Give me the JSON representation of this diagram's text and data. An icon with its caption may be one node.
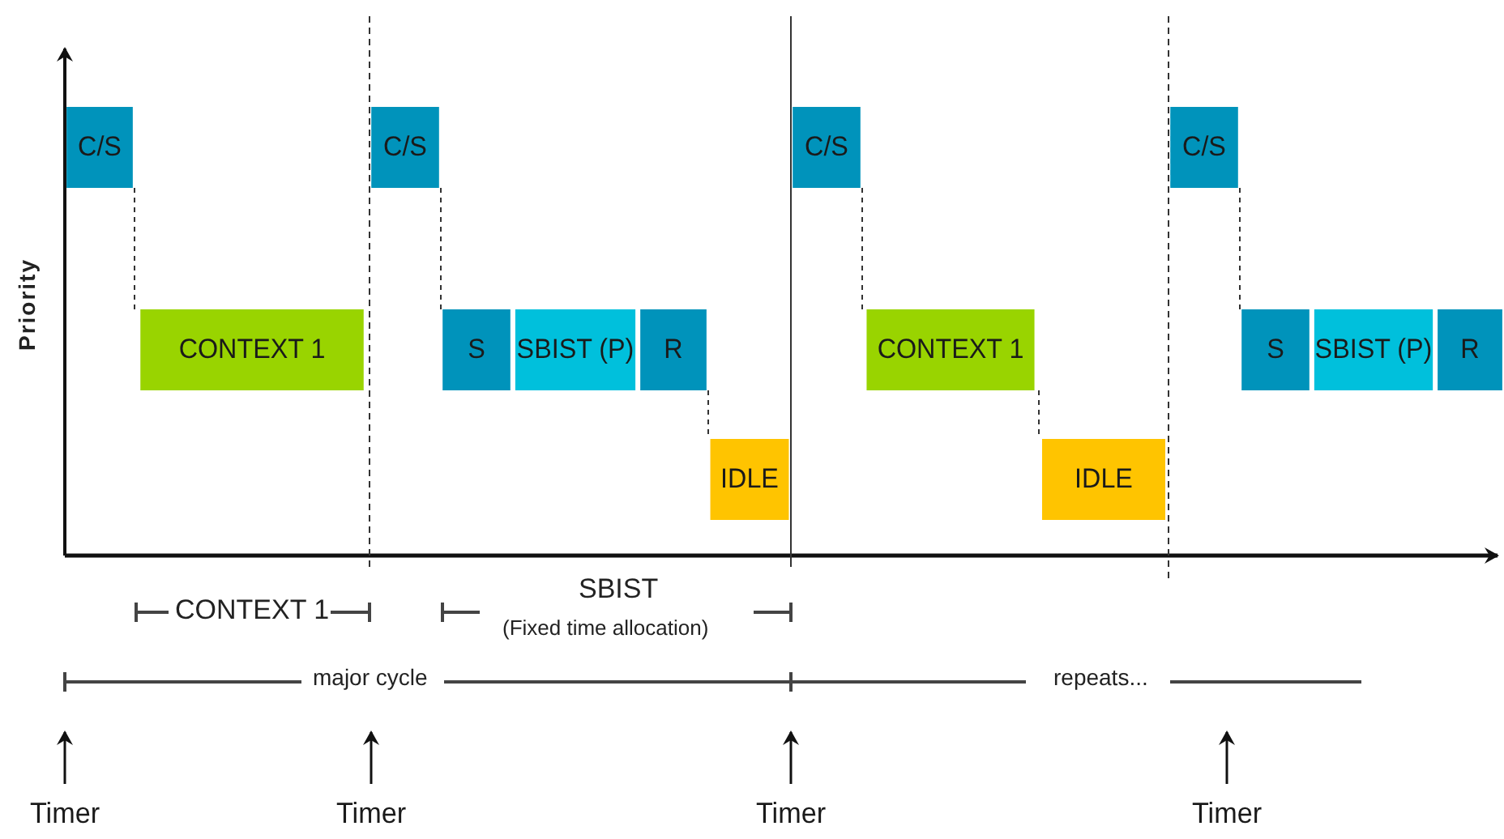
{
  "diagram": {
    "nodes": [
      {
        "text": [
          "C/S"
        ]
      },
      {
        "text": [
          "CONTEXT 1"
        ]
      },
      {
        "text": [
          "C/S"
        ]
      },
      {
        "text": [
          "S"
        ]
      },
      {
        "text": [
          "SBIST (P)"
        ]
      },
      {
        "text": [
          "R"
        ]
      },
      {
        "text": [
          "IDLE"
        ]
      },
      {
        "text": [
          "C/S"
        ]
      },
      {
        "text": [
          "CONTEXT 1"
        ]
      },
      {
        "text": [
          "IDLE"
        ]
      },
      {
        "text": [
          "C/S"
        ]
      },
      {
        "text": [
          "S"
        ]
      },
      {
        "text": [
          "SBIST (P)"
        ]
      },
      {
        "text": [
          "R"
        ]
      },
      {
        "text": [
          "Timer"
        ]
      },
      {
        "text": [
          "Timer"
        ]
      },
      {
        "text": [
          "Timer"
        ]
      },
      {
        "text": [
          "Timer"
        ]
      }
    ],
    "edges": [
      {
        "from": 14,
        "to": null,
        "arrow": "to"
      },
      {
        "from": 15,
        "to": null,
        "arrow": "to"
      },
      {
        "from": 16,
        "to": null,
        "arrow": "to"
      },
      {
        "from": 17,
        "to": null,
        "arrow": "to"
      },
      {
        "from": 0,
        "to": 1,
        "arrow": "none",
        "style": "dashed"
      },
      {
        "from": 2,
        "to": 3,
        "arrow": "none",
        "style": "dashed"
      },
      {
        "from": 5,
        "to": 6,
        "arrow": "none",
        "style": "dashed"
      },
      {
        "from": 7,
        "to": 8,
        "arrow": "none",
        "style": "dashed"
      },
      {
        "from": 8,
        "to": 9,
        "arrow": "none",
        "style": "dashed"
      },
      {
        "from": 10,
        "to": 11,
        "arrow": "none",
        "style": "dashed"
      }
    ],
    "labels": [
      "Priority",
      "CONTEXT 1",
      "SBIST",
      "(Fixed time allocation)",
      "major cycle",
      "repeats..."
    ]
  }
}
